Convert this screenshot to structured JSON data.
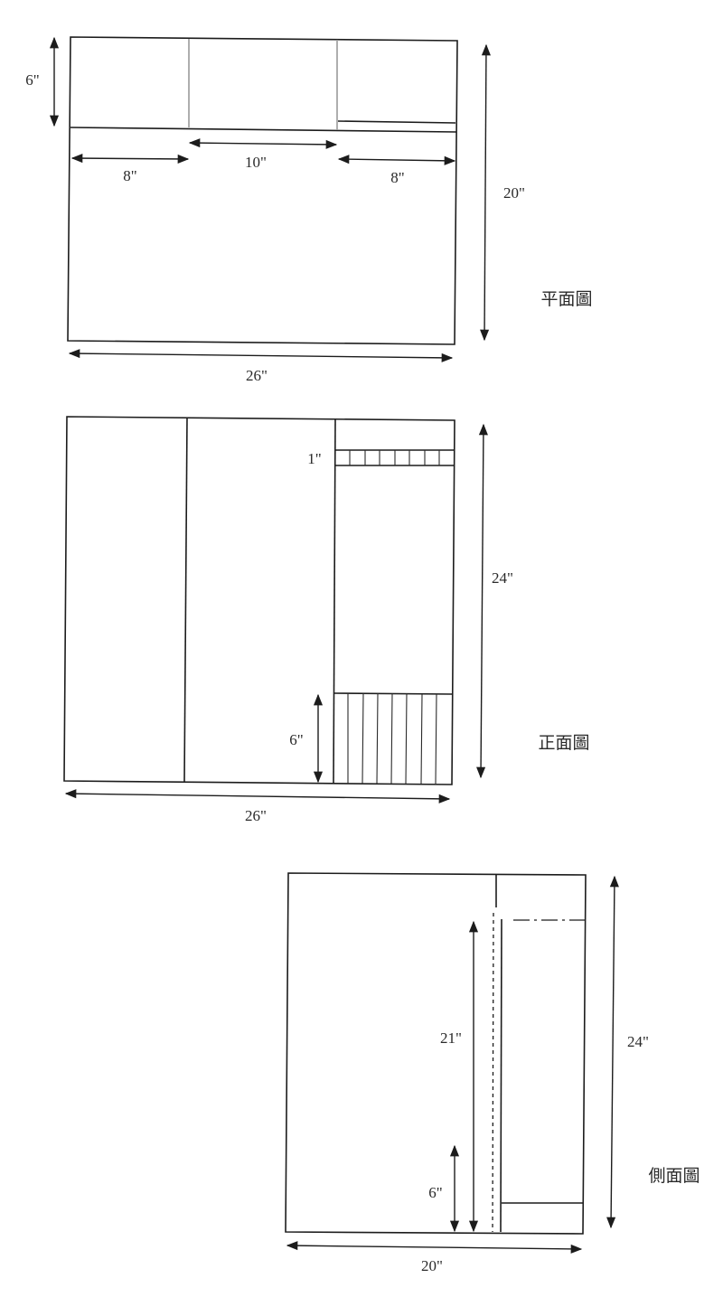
{
  "plan_view": {
    "label": "平面圖",
    "dim_depth": "6\"",
    "dim_left": "8\"",
    "dim_middle": "10\"",
    "dim_right": "8\"",
    "dim_height": "20\"",
    "dim_width": "26\""
  },
  "front_view": {
    "label": "正面圖",
    "dim_strip": "1\"",
    "dim_base": "6\"",
    "dim_height": "24\"",
    "dim_width": "26\""
  },
  "side_view": {
    "label": "側面圖",
    "dim_inner": "21\"",
    "dim_base": "6\"",
    "dim_height": "24\"",
    "dim_width": "20\""
  }
}
